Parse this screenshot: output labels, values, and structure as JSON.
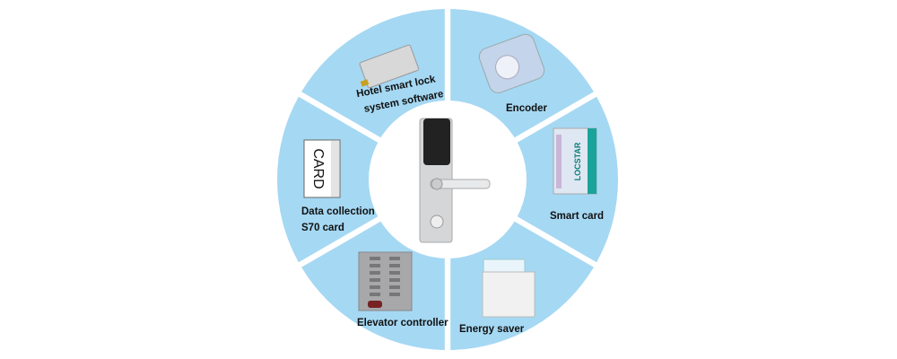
{
  "diagram": {
    "segment_color": "#a5d8f3",
    "center": {
      "label": "",
      "icon": "door-lock-icon"
    },
    "segments": [
      {
        "id": "software",
        "lines": [
          "Hotel smart lock",
          "system software"
        ],
        "icon": "usb-card-icon"
      },
      {
        "id": "encoder",
        "lines": [
          "Encoder"
        ],
        "icon": "encoder-icon"
      },
      {
        "id": "smart-card",
        "lines": [
          "Smart card"
        ],
        "icon": "smart-card-icon",
        "logo_text": "LOCSTAR"
      },
      {
        "id": "energy-saver",
        "lines": [
          "Energy saver"
        ],
        "icon": "energy-saver-icon"
      },
      {
        "id": "elevator",
        "lines": [
          "Elevator controller"
        ],
        "icon": "elevator-panel-icon"
      },
      {
        "id": "data-collection",
        "lines": [
          "Data collection",
          "S70 card"
        ],
        "icon": "data-card-icon",
        "card_text": "CARD"
      }
    ]
  }
}
